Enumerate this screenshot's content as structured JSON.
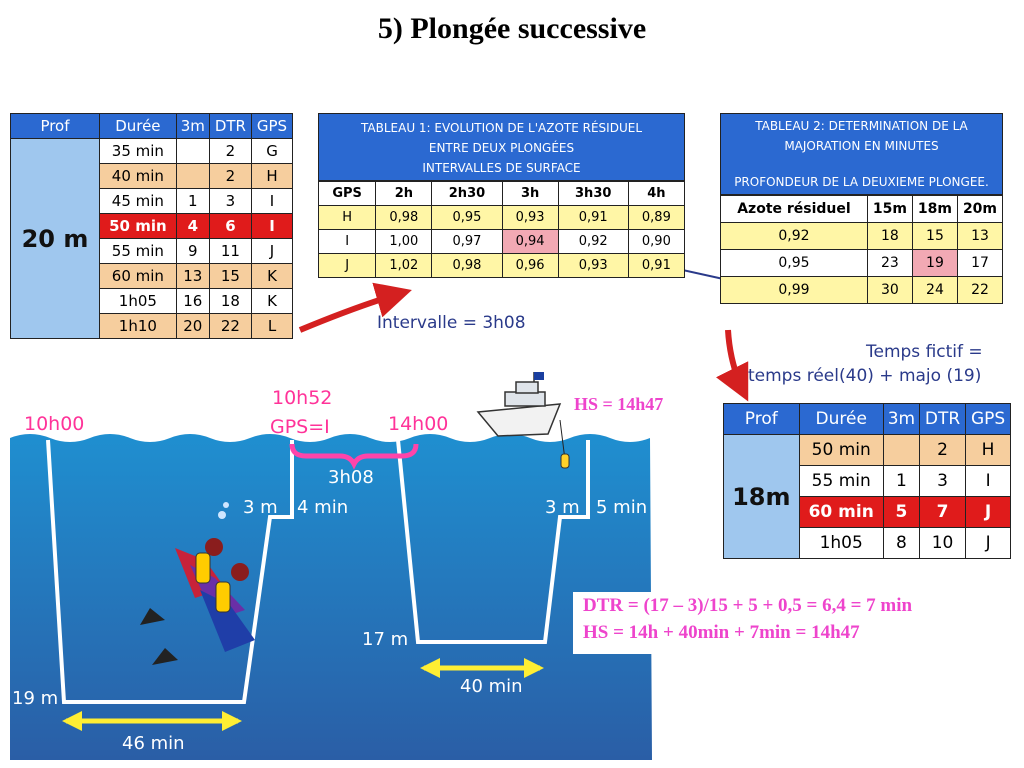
{
  "title": "5) Plongée successive",
  "table_20m": {
    "headers": [
      "Prof",
      "Durée",
      "3m",
      "DTR",
      "GPS"
    ],
    "prof": "20 m",
    "rows": [
      {
        "duree": "35 min",
        "m3": "",
        "dtr": "2",
        "gps": "G",
        "style": "wht"
      },
      {
        "duree": "40 min",
        "m3": "",
        "dtr": "2",
        "gps": "H",
        "style": "beige"
      },
      {
        "duree": "45 min",
        "m3": "1",
        "dtr": "3",
        "gps": "I",
        "style": "wht"
      },
      {
        "duree": "50 min",
        "m3": "4",
        "dtr": "6",
        "gps": "I",
        "style": "red"
      },
      {
        "duree": "55 min",
        "m3": "9",
        "dtr": "11",
        "gps": "J",
        "style": "wht"
      },
      {
        "duree": "60 min",
        "m3": "13",
        "dtr": "15",
        "gps": "K",
        "style": "beige"
      },
      {
        "duree": "1h05",
        "m3": "16",
        "dtr": "18",
        "gps": "K",
        "style": "wht"
      },
      {
        "duree": "1h10",
        "m3": "20",
        "dtr": "22",
        "gps": "L",
        "style": "beige"
      }
    ]
  },
  "tableau1": {
    "caption_line1": "TABLEAU 1: EVOLUTION DE L'AZOTE RÉSIDUEL",
    "caption_line2": "ENTRE DEUX PLONGÉES",
    "caption_line3": "INTERVALLES DE SURFACE",
    "headers": [
      "GPS",
      "2h",
      "2h30",
      "3h",
      "3h30",
      "4h"
    ],
    "rows": [
      {
        "gps": "H",
        "v": [
          "0,98",
          "0,95",
          "0,93",
          "0,91",
          "0,89"
        ],
        "style": "yel"
      },
      {
        "gps": "I",
        "v": [
          "1,00",
          "0,97",
          "0,94",
          "0,92",
          "0,90"
        ],
        "style": "wht"
      },
      {
        "gps": "J",
        "v": [
          "1,02",
          "0,98",
          "0,96",
          "0,93",
          "0,91"
        ],
        "style": "yel"
      }
    ]
  },
  "tableau2": {
    "caption_line1": "TABLEAU 2: DETERMINATION DE LA",
    "caption_line2": "MAJORATION EN MINUTES",
    "caption_line3": "PROFONDEUR DE LA DEUXIEME PLONGEE.",
    "headers": [
      "Azote résiduel",
      "15m",
      "18m",
      "20m"
    ],
    "rows": [
      {
        "azote": "0,92",
        "v": [
          "18",
          "15",
          "13"
        ],
        "style": "yel"
      },
      {
        "azote": "0,95",
        "v": [
          "23",
          "19",
          "17"
        ],
        "style": "wht"
      },
      {
        "azote": "0,99",
        "v": [
          "30",
          "24",
          "22"
        ],
        "style": "yel"
      }
    ]
  },
  "table_18m": {
    "headers": [
      "Prof",
      "Durée",
      "3m",
      "DTR",
      "GPS"
    ],
    "prof": "18m",
    "rows": [
      {
        "duree": "50 min",
        "m3": "",
        "dtr": "2",
        "gps": "H",
        "style": "beige"
      },
      {
        "duree": "55 min",
        "m3": "1",
        "dtr": "3",
        "gps": "I",
        "style": "wht"
      },
      {
        "duree": "60 min",
        "m3": "5",
        "dtr": "7",
        "gps": "J",
        "style": "red"
      },
      {
        "duree": "1h05",
        "m3": "8",
        "dtr": "10",
        "gps": "J",
        "style": "wht"
      }
    ]
  },
  "labels": {
    "intervalle": "Intervalle = 3h08",
    "temps_fictif_1": "Temps fictif =",
    "temps_fictif_2": "temps réel(40) + majo (19)",
    "t_10h00": "10h00",
    "t_10h52": "10h52",
    "gps_i": "GPS=I",
    "t_14h00": "14h00",
    "interval_3h08": "3h08",
    "hs": "HS = 14h47",
    "stop1_depth": "3 m",
    "stop1_time": "4 min",
    "stop2_depth": "3 m",
    "stop2_time": "5 min",
    "depth_17": "17 m",
    "depth_19": "19 m",
    "dur_40": "40 min",
    "dur_46": "46 min"
  },
  "formula": {
    "line1": "DTR = (17 – 3)/15 + 5 + 0,5 = 6,4 = 7 min",
    "line2": "HS = 14h + 40min + 7min = 14h47"
  },
  "colors": {
    "header_blue": "#2b69d1",
    "water_top": "#1f8fd0",
    "water_bottom": "#2a5ea6",
    "highlight_red": "#e01b1b",
    "pink_text": "#ee44cc",
    "arrow_red": "#d42020",
    "arrow_yellow": "#ffee33"
  }
}
